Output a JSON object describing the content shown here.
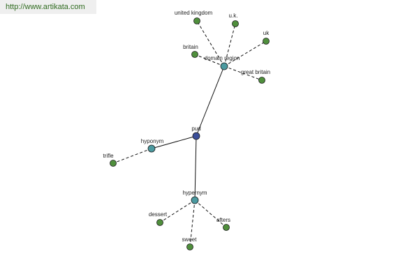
{
  "watermark": "http://www.artikata.com",
  "colors": {
    "center": "#3b4f9a",
    "relation": "#4b9aa0",
    "leaf": "#4f8f3c",
    "edge": "#111111"
  },
  "graph": {
    "nodes": [
      {
        "id": "pud",
        "label": "pud",
        "kind": "center"
      },
      {
        "id": "domain-region",
        "label": "domain region",
        "kind": "relation"
      },
      {
        "id": "hyponym",
        "label": "hyponym",
        "kind": "relation"
      },
      {
        "id": "hypernym",
        "label": "hypernym",
        "kind": "relation"
      },
      {
        "id": "united-kingdom",
        "label": "united kingdom",
        "kind": "leaf"
      },
      {
        "id": "u-k",
        "label": "u.k.",
        "kind": "leaf"
      },
      {
        "id": "uk",
        "label": "uk",
        "kind": "leaf"
      },
      {
        "id": "britain",
        "label": "britain",
        "kind": "leaf"
      },
      {
        "id": "great-britain",
        "label": "great britain",
        "kind": "leaf"
      },
      {
        "id": "trifle",
        "label": "trifle",
        "kind": "leaf"
      },
      {
        "id": "dessert",
        "label": "dessert",
        "kind": "leaf"
      },
      {
        "id": "afters",
        "label": "afters",
        "kind": "leaf"
      },
      {
        "id": "sweet",
        "label": "sweet",
        "kind": "leaf"
      }
    ],
    "edges": [
      {
        "from": "pud",
        "to": "domain-region",
        "style": "solid"
      },
      {
        "from": "pud",
        "to": "hyponym",
        "style": "solid"
      },
      {
        "from": "pud",
        "to": "hypernym",
        "style": "solid"
      },
      {
        "from": "domain-region",
        "to": "united-kingdom",
        "style": "dashed"
      },
      {
        "from": "domain-region",
        "to": "u-k",
        "style": "dashed"
      },
      {
        "from": "domain-region",
        "to": "uk",
        "style": "dashed"
      },
      {
        "from": "domain-region",
        "to": "britain",
        "style": "dashed"
      },
      {
        "from": "domain-region",
        "to": "great-britain",
        "style": "dashed"
      },
      {
        "from": "hyponym",
        "to": "trifle",
        "style": "dashed"
      },
      {
        "from": "hypernym",
        "to": "dessert",
        "style": "dashed"
      },
      {
        "from": "hypernym",
        "to": "afters",
        "style": "dashed"
      },
      {
        "from": "hypernym",
        "to": "sweet",
        "style": "dashed"
      }
    ]
  }
}
